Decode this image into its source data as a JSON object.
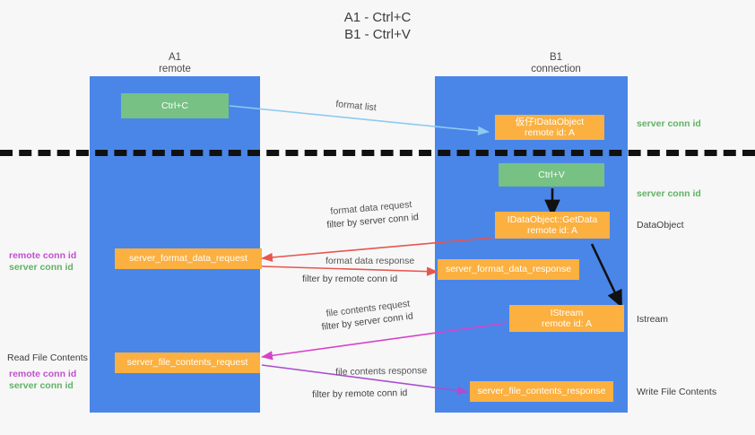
{
  "title": {
    "line1": "A1 - Ctrl+C",
    "line2": "B1 - Ctrl+V"
  },
  "columns": [
    {
      "name": "A1",
      "sub": "remote"
    },
    {
      "name": "B1",
      "sub": "connection"
    }
  ],
  "boxes": {
    "ctrl_c": {
      "label": "Ctrl+C"
    },
    "idataobject_clip": {
      "line1": "仮仔IDataObject",
      "line2": "remote id: A"
    },
    "ctrl_v": {
      "label": "Ctrl+V"
    },
    "getdata": {
      "line1": "IDataObject::GetData",
      "line2": "remote id: A"
    },
    "istream": {
      "line1": "IStream",
      "line2": "remote id: A"
    },
    "server_format_data_request": {
      "label": "server_format_data_request"
    },
    "server_format_data_response": {
      "label": "server_format_data_response"
    },
    "server_file_contents_request": {
      "label": "server_file_contents_request"
    },
    "server_file_contents_response": {
      "label": "server_file_contents_response"
    }
  },
  "flow_labels": {
    "format_list": "format list",
    "format_data_request": "format data request",
    "format_data_request_filter_prefix": "filter by ",
    "format_data_request_filter_key": "server conn id",
    "format_data_response": "format data response",
    "format_data_response_filter_prefix": "filter by ",
    "format_data_response_filter_key": "remote conn id",
    "file_contents_request": "file contents request",
    "file_contents_request_filter_prefix": "filter by ",
    "file_contents_request_filter_key": "server conn id",
    "file_contents_response": "file contents response",
    "file_contents_response_filter_prefix": "filter by ",
    "file_contents_response_filter_key": "remote conn id"
  },
  "right_labels": {
    "server_conn_id_top": "server conn id",
    "server_conn_id_mid": "server conn id",
    "dataobject": "DataObject",
    "istream": "Istream",
    "write_file_contents": "Write File Contents"
  },
  "left_labels": {
    "remote_conn_id_upper": "remote conn id",
    "server_conn_id_upper": "server conn id",
    "read_file_contents": "Read File Contents",
    "remote_conn_id_lower": "remote conn id",
    "server_conn_id_lower": "server conn id"
  },
  "colors": {
    "lane": "#4a86e8",
    "green_box": "#76c183",
    "orange_box": "#fbb040",
    "server_conn_id": "#5fb364",
    "remote_conn_id": "#c24fd0",
    "arrow_blue": "#8ecaf0",
    "arrow_red": "#e8554f",
    "arrow_magenta": "#d643c8",
    "arrow_purple": "#a94fd0",
    "arrow_black": "#111111",
    "background": "#f7f7f7"
  }
}
